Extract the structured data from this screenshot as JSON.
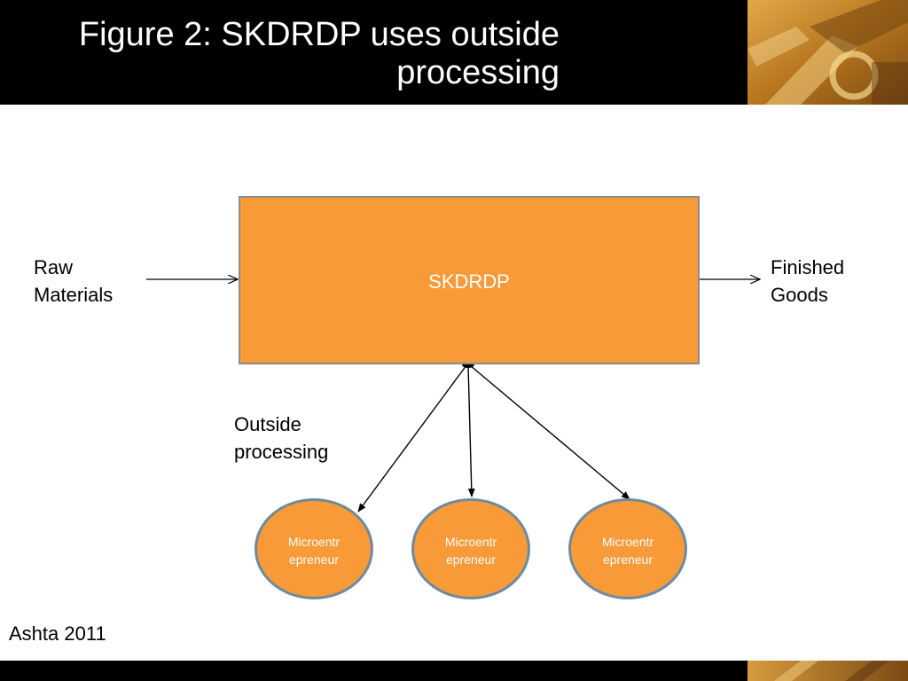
{
  "title": {
    "line1": "Figure 2: SKDRDP uses outside",
    "line2": "processing"
  },
  "diagram": {
    "main_box": "SKDRDP",
    "input_label": {
      "line1": "Raw",
      "line2": "Materials"
    },
    "output_label": {
      "line1": "Finished",
      "line2": "Goods"
    },
    "relation_label": {
      "line1": "Outside",
      "line2": "processing"
    },
    "nodes": [
      {
        "line1": "Microentr",
        "line2": "epreneur"
      },
      {
        "line1": "Microentr",
        "line2": "epreneur"
      },
      {
        "line1": "Microentr",
        "line2": "epreneur"
      }
    ]
  },
  "footer": {
    "citation": "Ashta 2011"
  },
  "colors": {
    "box_fill": "#f89a38",
    "node_border": "#6d8aa0",
    "header": "#000000"
  }
}
